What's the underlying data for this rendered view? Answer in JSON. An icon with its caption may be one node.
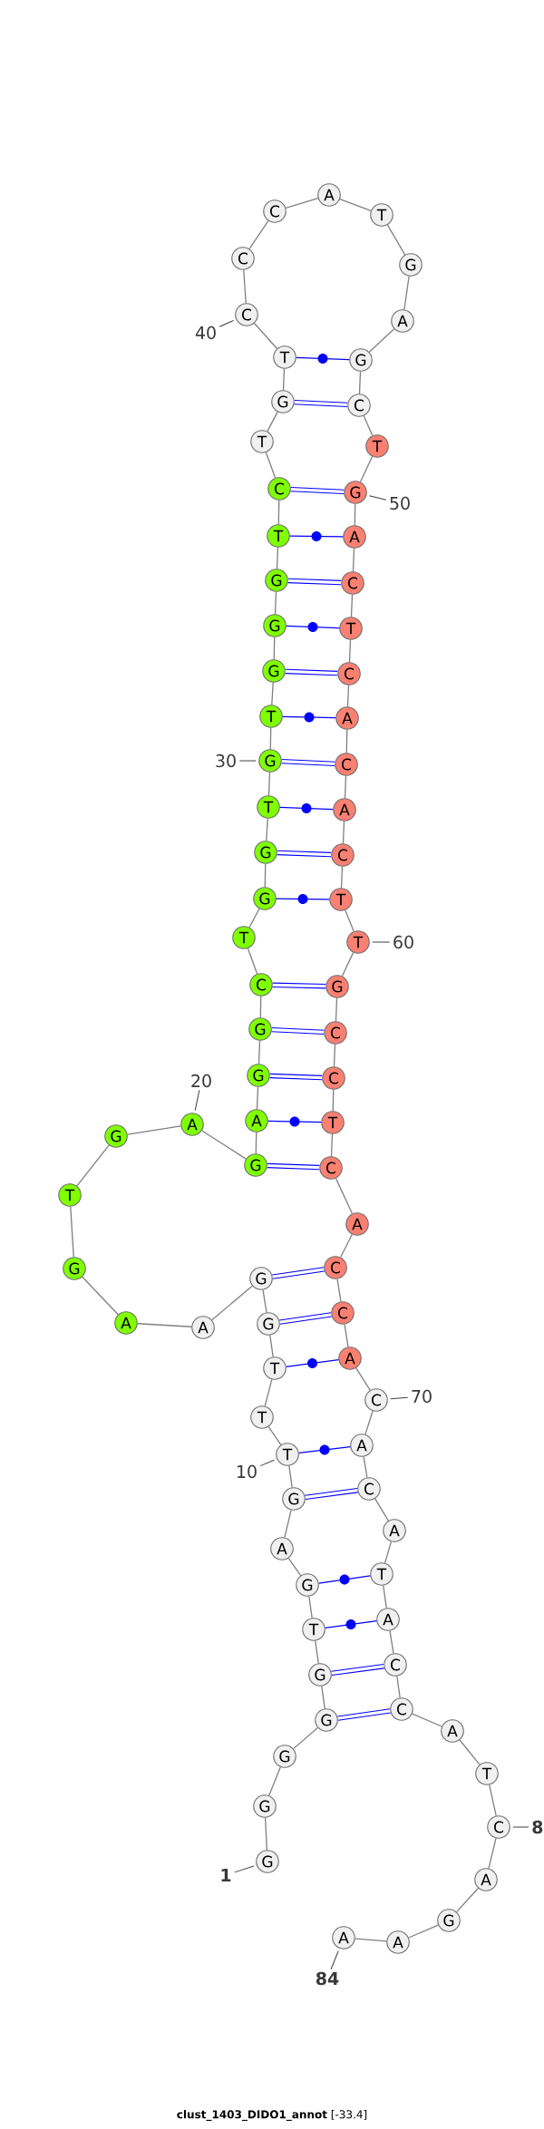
{
  "diagram": {
    "caption": "**clust_1403_DIDO1_annot** [-33.4]",
    "nodes": [
      {
        "text": [
          "G"
        ]
      },
      {
        "text": [
          "G"
        ]
      },
      {
        "text": [
          "G"
        ]
      },
      {
        "text": [
          "G"
        ]
      },
      {
        "text": [
          "G"
        ]
      },
      {
        "text": [
          "T"
        ]
      },
      {
        "text": [
          "G"
        ]
      },
      {
        "text": [
          "A"
        ]
      },
      {
        "text": [
          "G"
        ]
      },
      {
        "text": [
          "T"
        ]
      },
      {
        "text": [
          "T"
        ]
      },
      {
        "text": [
          "T"
        ]
      },
      {
        "text": [
          "G"
        ]
      },
      {
        "text": [
          "G"
        ]
      },
      {
        "text": [
          "A"
        ]
      },
      {
        "text": [
          "A"
        ]
      },
      {
        "text": [
          "G"
        ]
      },
      {
        "text": [
          "T"
        ]
      },
      {
        "text": [
          "G"
        ]
      },
      {
        "text": [
          "A"
        ]
      },
      {
        "text": [
          "G"
        ]
      },
      {
        "text": [
          "A"
        ]
      },
      {
        "text": [
          "G"
        ]
      },
      {
        "text": [
          "G"
        ]
      },
      {
        "text": [
          "C"
        ]
      },
      {
        "text": [
          "T"
        ]
      },
      {
        "text": [
          "G"
        ]
      },
      {
        "text": [
          "G"
        ]
      },
      {
        "text": [
          "T"
        ]
      },
      {
        "text": [
          "G"
        ]
      },
      {
        "text": [
          "T"
        ]
      },
      {
        "text": [
          "G"
        ]
      },
      {
        "text": [
          "G"
        ]
      },
      {
        "text": [
          "G"
        ]
      },
      {
        "text": [
          "T"
        ]
      },
      {
        "text": [
          "C"
        ]
      },
      {
        "text": [
          "T"
        ]
      },
      {
        "text": [
          "G"
        ]
      },
      {
        "text": [
          "T"
        ]
      },
      {
        "text": [
          "C"
        ]
      },
      {
        "text": [
          "C"
        ]
      },
      {
        "text": [
          "C"
        ]
      },
      {
        "text": [
          "A"
        ]
      },
      {
        "text": [
          "T"
        ]
      },
      {
        "text": [
          "G"
        ]
      },
      {
        "text": [
          "A"
        ]
      },
      {
        "text": [
          "G"
        ]
      },
      {
        "text": [
          "C"
        ]
      },
      {
        "text": [
          "T"
        ]
      },
      {
        "text": [
          "G"
        ]
      },
      {
        "text": [
          "A"
        ]
      },
      {
        "text": [
          "C"
        ]
      },
      {
        "text": [
          "T"
        ]
      },
      {
        "text": [
          "C"
        ]
      },
      {
        "text": [
          "A"
        ]
      },
      {
        "text": [
          "C"
        ]
      },
      {
        "text": [
          "A"
        ]
      },
      {
        "text": [
          "C"
        ]
      },
      {
        "text": [
          "T"
        ]
      },
      {
        "text": [
          "T"
        ]
      },
      {
        "text": [
          "G"
        ]
      },
      {
        "text": [
          "C"
        ]
      },
      {
        "text": [
          "C"
        ]
      },
      {
        "text": [
          "T"
        ]
      },
      {
        "text": [
          "C"
        ]
      },
      {
        "text": [
          "A"
        ]
      },
      {
        "text": [
          "C"
        ]
      },
      {
        "text": [
          "C"
        ]
      },
      {
        "text": [
          "A"
        ]
      },
      {
        "text": [
          "C"
        ]
      },
      {
        "text": [
          "A"
        ]
      },
      {
        "text": [
          "C"
        ]
      },
      {
        "text": [
          "A"
        ]
      },
      {
        "text": [
          "T"
        ]
      },
      {
        "text": [
          "A"
        ]
      },
      {
        "text": [
          "C"
        ]
      },
      {
        "text": [
          "C"
        ]
      },
      {
        "text": [
          "A"
        ]
      },
      {
        "text": [
          "T"
        ]
      },
      {
        "text": [
          "C"
        ]
      },
      {
        "text": [
          "A"
        ]
      },
      {
        "text": [
          "G"
        ]
      },
      {
        "text": [
          "A"
        ]
      },
      {
        "text": [
          "A"
        ]
      },
      {
        "text": [
          "40"
        ]
      },
      {
        "text": [
          "50"
        ]
      },
      {
        "text": [
          "30"
        ]
      },
      {
        "text": [
          "60"
        ]
      },
      {
        "text": [
          "20"
        ]
      },
      {
        "text": [
          "70"
        ]
      },
      {
        "text": [
          "10"
        ]
      },
      {
        "text": [
          "8"
        ]
      },
      {
        "text": [
          "1"
        ]
      },
      {
        "text": [
          "84"
        ]
      }
    ],
    "edges": [
      {
        "from": 0,
        "to": 1,
        "arrow": "none"
      },
      {
        "from": 1,
        "to": 2,
        "arrow": "none"
      },
      {
        "from": 2,
        "to": 3,
        "arrow": "none"
      },
      {
        "from": 3,
        "to": 4,
        "arrow": "none"
      },
      {
        "from": 4,
        "to": 5,
        "arrow": "none"
      },
      {
        "from": 5,
        "to": 6,
        "arrow": "none"
      },
      {
        "from": 6,
        "to": 7,
        "arrow": "none"
      },
      {
        "from": 7,
        "to": 8,
        "arrow": "none"
      },
      {
        "from": 8,
        "to": 9,
        "arrow": "none"
      },
      {
        "from": 9,
        "to": 10,
        "arrow": "none"
      },
      {
        "from": 10,
        "to": 11,
        "arrow": "none"
      },
      {
        "from": 11,
        "to": 12,
        "arrow": "none"
      },
      {
        "from": 12,
        "to": 13,
        "arrow": "none"
      },
      {
        "from": 13,
        "to": 14,
        "arrow": "none"
      },
      {
        "from": 14,
        "to": 15,
        "arrow": "none"
      },
      {
        "from": 15,
        "to": 16,
        "arrow": "none"
      },
      {
        "from": 16,
        "to": 17,
        "arrow": "none"
      },
      {
        "from": 17,
        "to": 18,
        "arrow": "none"
      },
      {
        "from": 18,
        "to": 19,
        "arrow": "none"
      },
      {
        "from": 19,
        "to": 20,
        "arrow": "none"
      },
      {
        "from": 20,
        "to": 21,
        "arrow": "none"
      },
      {
        "from": 21,
        "to": 22,
        "arrow": "none"
      },
      {
        "from": 22,
        "to": 23,
        "arrow": "none"
      },
      {
        "from": 23,
        "to": 24,
        "arrow": "none"
      },
      {
        "from": 24,
        "to": 25,
        "arrow": "none"
      },
      {
        "from": 25,
        "to": 26,
        "arrow": "none"
      },
      {
        "from": 26,
        "to": 27,
        "arrow": "none"
      },
      {
        "from": 27,
        "to": 28,
        "arrow": "none"
      },
      {
        "from": 28,
        "to": 29,
        "arrow": "none"
      },
      {
        "from": 29,
        "to": 30,
        "arrow": "none"
      },
      {
        "from": 30,
        "to": 31,
        "arrow": "none"
      },
      {
        "from": 31,
        "to": 32,
        "arrow": "none"
      },
      {
        "from": 32,
        "to": 33,
        "arrow": "none"
      },
      {
        "from": 33,
        "to": 34,
        "arrow": "none"
      },
      {
        "from": 34,
        "to": 35,
        "arrow": "none"
      },
      {
        "from": 35,
        "to": 36,
        "arrow": "none"
      },
      {
        "from": 36,
        "to": 37,
        "arrow": "none"
      },
      {
        "from": 37,
        "to": 38,
        "arrow": "none"
      },
      {
        "from": 38,
        "to": 39,
        "arrow": "none"
      },
      {
        "from": 39,
        "to": 40,
        "arrow": "none"
      },
      {
        "from": 40,
        "to": 41,
        "arrow": "none"
      },
      {
        "from": 41,
        "to": 42,
        "arrow": "none"
      },
      {
        "from": 42,
        "to": 43,
        "arrow": "none"
      },
      {
        "from": 43,
        "to": 44,
        "arrow": "none"
      },
      {
        "from": 44,
        "to": 45,
        "arrow": "none"
      },
      {
        "from": 45,
        "to": 46,
        "arrow": "none"
      },
      {
        "from": 46,
        "to": 47,
        "arrow": "none"
      },
      {
        "from": 47,
        "to": 48,
        "arrow": "none"
      },
      {
        "from": 48,
        "to": 49,
        "arrow": "none"
      },
      {
        "from": 49,
        "to": 50,
        "arrow": "none"
      },
      {
        "from": 50,
        "to": 51,
        "arrow": "none"
      },
      {
        "from": 51,
        "to": 52,
        "arrow": "none"
      },
      {
        "from": 52,
        "to": 53,
        "arrow": "none"
      },
      {
        "from": 53,
        "to": 54,
        "arrow": "none"
      },
      {
        "from": 54,
        "to": 55,
        "arrow": "none"
      },
      {
        "from": 55,
        "to": 56,
        "arrow": "none"
      },
      {
        "from": 56,
        "to": 57,
        "arrow": "none"
      },
      {
        "from": 57,
        "to": 58,
        "arrow": "none"
      },
      {
        "from": 58,
        "to": 59,
        "arrow": "none"
      },
      {
        "from": 59,
        "to": 60,
        "arrow": "none"
      },
      {
        "from": 60,
        "to": 61,
        "arrow": "none"
      },
      {
        "from": 61,
        "to": 62,
        "arrow": "none"
      },
      {
        "from": 62,
        "to": 63,
        "arrow": "none"
      },
      {
        "from": 63,
        "to": 64,
        "arrow": "none"
      },
      {
        "from": 64,
        "to": 65,
        "arrow": "none"
      },
      {
        "from": 65,
        "to": 66,
        "arrow": "none"
      },
      {
        "from": 66,
        "to": 67,
        "arrow": "none"
      },
      {
        "from": 67,
        "to": 68,
        "arrow": "none"
      },
      {
        "from": 68,
        "to": 69,
        "arrow": "none"
      },
      {
        "from": 69,
        "to": 70,
        "arrow": "none"
      },
      {
        "from": 70,
        "to": 71,
        "arrow": "none"
      },
      {
        "from": 71,
        "to": 72,
        "arrow": "none"
      },
      {
        "from": 72,
        "to": 73,
        "arrow": "none"
      },
      {
        "from": 73,
        "to": 74,
        "arrow": "none"
      },
      {
        "from": 74,
        "to": 75,
        "arrow": "none"
      },
      {
        "from": 75,
        "to": 76,
        "arrow": "none"
      },
      {
        "from": 76,
        "to": 77,
        "arrow": "none"
      },
      {
        "from": 77,
        "to": 78,
        "arrow": "none"
      },
      {
        "from": 78,
        "to": 79,
        "arrow": "none"
      },
      {
        "from": 79,
        "to": 80,
        "arrow": "none"
      },
      {
        "from": 80,
        "to": 81,
        "arrow": "none"
      },
      {
        "from": 81,
        "to": 82,
        "arrow": "none"
      },
      {
        "from": 82,
        "to": 83,
        "arrow": "none"
      },
      {
        "from": 3,
        "to": 76,
        "arrow": "none",
        "style": "thick",
        "color": "#0000ff"
      },
      {
        "from": 4,
        "to": 75,
        "arrow": "none",
        "style": "thick",
        "color": "#0000ff"
      },
      {
        "from": 5,
        "to": 74,
        "arrow": "none",
        "color": "#0000ff"
      },
      {
        "from": 6,
        "to": 73,
        "arrow": "none",
        "color": "#0000ff"
      },
      {
        "from": 8,
        "to": 71,
        "arrow": "none",
        "style": "thick",
        "color": "#0000ff"
      },
      {
        "from": 9,
        "to": 70,
        "arrow": "none",
        "color": "#0000ff"
      },
      {
        "from": 11,
        "to": 68,
        "arrow": "none",
        "color": "#0000ff"
      },
      {
        "from": 12,
        "to": 67,
        "arrow": "none",
        "style": "thick",
        "color": "#0000ff"
      },
      {
        "from": 13,
        "to": 66,
        "arrow": "none",
        "style": "thick",
        "color": "#0000ff"
      },
      {
        "from": 20,
        "to": 64,
        "arrow": "none",
        "style": "thick",
        "color": "#0000ff"
      },
      {
        "from": 21,
        "to": 63,
        "arrow": "none",
        "color": "#0000ff"
      },
      {
        "from": 22,
        "to": 62,
        "arrow": "none",
        "style": "thick",
        "color": "#0000ff"
      },
      {
        "from": 23,
        "to": 61,
        "arrow": "none",
        "style": "thick",
        "color": "#0000ff"
      },
      {
        "from": 24,
        "to": 60,
        "arrow": "none",
        "style": "thick",
        "color": "#0000ff"
      },
      {
        "from": 26,
        "to": 58,
        "arrow": "none",
        "color": "#0000ff"
      },
      {
        "from": 27,
        "to": 57,
        "arrow": "none",
        "style": "thick",
        "color": "#0000ff"
      },
      {
        "from": 28,
        "to": 56,
        "arrow": "none",
        "color": "#0000ff"
      },
      {
        "from": 29,
        "to": 55,
        "arrow": "none",
        "style": "thick",
        "color": "#0000ff"
      },
      {
        "from": 30,
        "to": 54,
        "arrow": "none",
        "color": "#0000ff"
      },
      {
        "from": 31,
        "to": 53,
        "arrow": "none",
        "style": "thick",
        "color": "#0000ff"
      },
      {
        "from": 32,
        "to": 52,
        "arrow": "none",
        "color": "#0000ff"
      },
      {
        "from": 33,
        "to": 51,
        "arrow": "none",
        "style": "thick",
        "color": "#0000ff"
      },
      {
        "from": 34,
        "to": 50,
        "arrow": "none",
        "color": "#0000ff"
      },
      {
        "from": 35,
        "to": 49,
        "arrow": "none",
        "style": "thick",
        "color": "#0000ff"
      },
      {
        "from": 37,
        "to": 47,
        "arrow": "none",
        "style": "thick",
        "color": "#0000ff"
      },
      {
        "from": 38,
        "to": 46,
        "arrow": "none",
        "color": "#0000ff"
      },
      {
        "from": 84,
        "to": 39,
        "arrow": "none",
        "color": "#404040"
      },
      {
        "from": 85,
        "to": 49,
        "arrow": "none",
        "color": "#404040"
      },
      {
        "from": 86,
        "to": 29,
        "arrow": "none",
        "color": "#404040"
      },
      {
        "from": 87,
        "to": 59,
        "arrow": "none",
        "color": "#404040"
      },
      {
        "from": 88,
        "to": 19,
        "arrow": "none",
        "color": "#404040"
      },
      {
        "from": 89,
        "to": 69,
        "arrow": "none",
        "color": "#404040"
      },
      {
        "from": 90,
        "to": 9,
        "arrow": "none",
        "color": "#404040"
      },
      {
        "from": 91,
        "to": 79,
        "arrow": "none",
        "color": "#404040"
      },
      {
        "from": 92,
        "to": 0,
        "arrow": "none",
        "color": "#404040"
      },
      {
        "from": 93,
        "to": 83,
        "arrow": "none",
        "color": "#404040"
      }
    ]
  }
}
